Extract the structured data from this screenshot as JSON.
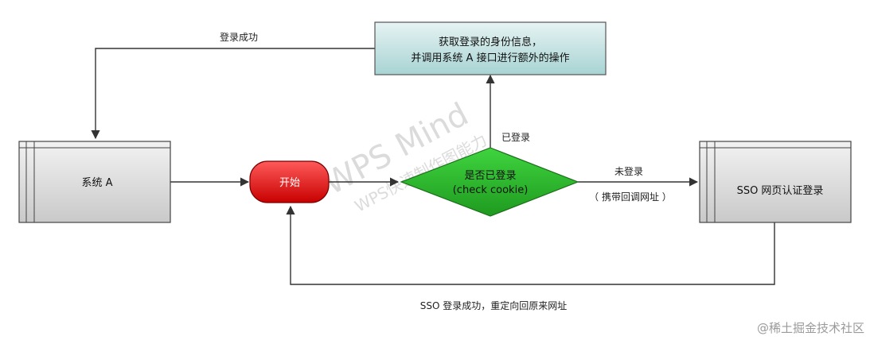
{
  "nodes": {
    "system_a": "系统 A",
    "start": "开始",
    "decision_line1": "是否已登录",
    "decision_line2": "(check cookie)",
    "sso": "SSO 网页认证登录",
    "top_line1": "获取登录的身份信息，",
    "top_line2": "并调用系统 A 接口进行额外的操作"
  },
  "edges": {
    "login_success": "登录成功",
    "logged_in": "已登录",
    "not_logged_in": "未登录",
    "with_callback": "（ 携带回调网址 ）",
    "sso_success_redirect": "SSO 登录成功，重定向回原来网址"
  },
  "watermark": {
    "line1": "WPS Mind",
    "line2": "WPS快速制作图能力"
  },
  "footer": {
    "credit": "@稀土掘金技术社区"
  }
}
